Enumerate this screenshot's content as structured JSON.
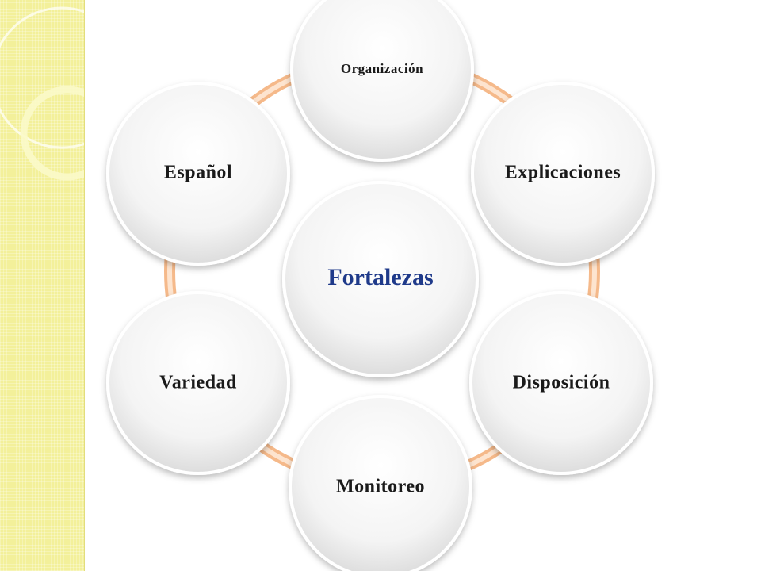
{
  "diagram": {
    "center": "Fortalezas",
    "items": [
      "Organización",
      "Explicaciones",
      "Disposición",
      "Monitoreo",
      "Variedad",
      "Español"
    ]
  },
  "colors": {
    "sidebar": "#f3f09a",
    "connector": "#f5b98a",
    "connector_inner": "#fde4cf",
    "center_text": "#1f3a8a",
    "text": "#1a1a1a"
  }
}
